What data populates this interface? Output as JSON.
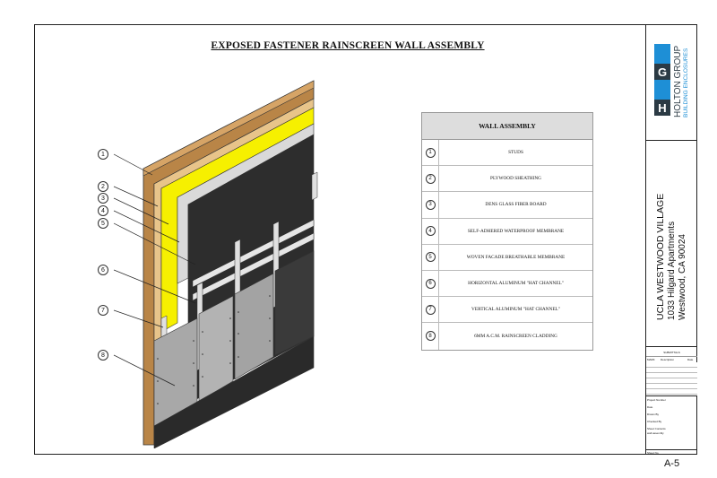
{
  "title": "EXPOSED FASTENER RAINSCREEN WALL ASSEMBLY",
  "table": {
    "header": "WALL ASSEMBLY",
    "rows": [
      {
        "num": "1",
        "label": "STUDS"
      },
      {
        "num": "2",
        "label": "PLYWOOD SHEATHING"
      },
      {
        "num": "3",
        "label": "DENS GLASS FIBER BOARD"
      },
      {
        "num": "4",
        "label": "SELF-ADHERED WATERPROOF MEMBRANE"
      },
      {
        "num": "5",
        "label": "WOVEN FACADE BREATHABLE MEMBRANE"
      },
      {
        "num": "6",
        "label": "HORIZONTAL ALUMINUM \"HAT CHANNEL\""
      },
      {
        "num": "7",
        "label": "VERTICAL ALUMINUM \"HAT CHANNEL\""
      },
      {
        "num": "8",
        "label": "6MM A.C.M. RAINSCREEN CLADDING"
      }
    ]
  },
  "callouts": [
    "1",
    "2",
    "3",
    "4",
    "5",
    "6",
    "7",
    "8"
  ],
  "titleblock": {
    "logo_letters": [
      "H",
      "G"
    ],
    "company_name": "HOLTON GROUP",
    "company_sub": "BUILDING ENCLOSURES",
    "project_name": "UCLA WESTWOOD VILLAGE",
    "project_address1": "1033 Hilgard Apartments",
    "project_address2": "Westwood, CA 90024",
    "submittals_label": "SUBMITTALS",
    "rev_cols": [
      "MARK",
      "Description",
      "Date"
    ],
    "project_number_label": "Project Number",
    "date_label": "Date",
    "drawn_by_label": "Drawn By",
    "checked_by_label": "Checked By",
    "sheet_contents_label": "Sheet Contents",
    "sheet_contents": "wall assembly",
    "sheet_no_label": "Sheet No.",
    "sheet_no": "A-5",
    "colors": {
      "logo_blue": "#1e8fd6",
      "logo_dark": "#2b3a44",
      "membrane": "#f6f000"
    }
  }
}
